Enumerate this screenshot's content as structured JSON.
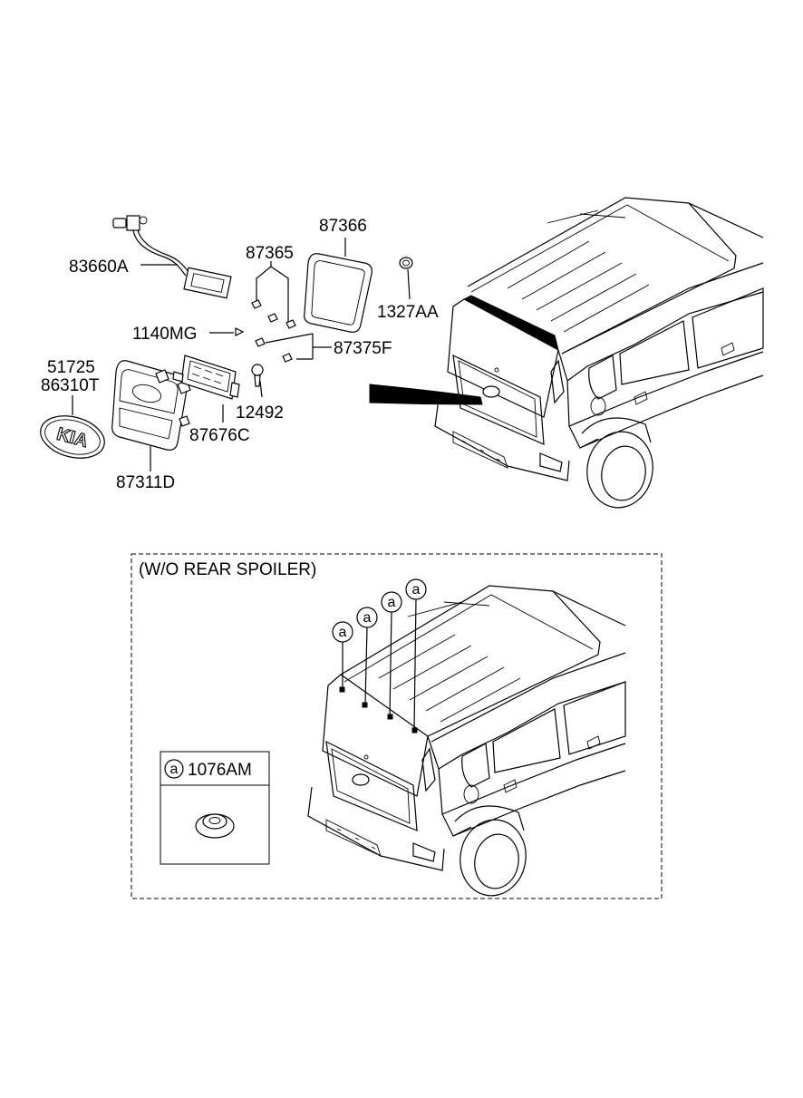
{
  "parts": {
    "p83660A": "83660A",
    "p87365": "87365",
    "p87366": "87366",
    "p1327AA": "1327AA",
    "p1140MG": "1140MG",
    "p87375F": "87375F",
    "p51725": "51725",
    "p86310T": "86310T",
    "p12492": "12492",
    "p87676C": "87676C",
    "p87311D": "87311D"
  },
  "variant_box": {
    "title": "(W/O REAR SPOILER)",
    "callout_letter": "a",
    "legend_part": "1076AM"
  },
  "emblem_text": "KIA"
}
